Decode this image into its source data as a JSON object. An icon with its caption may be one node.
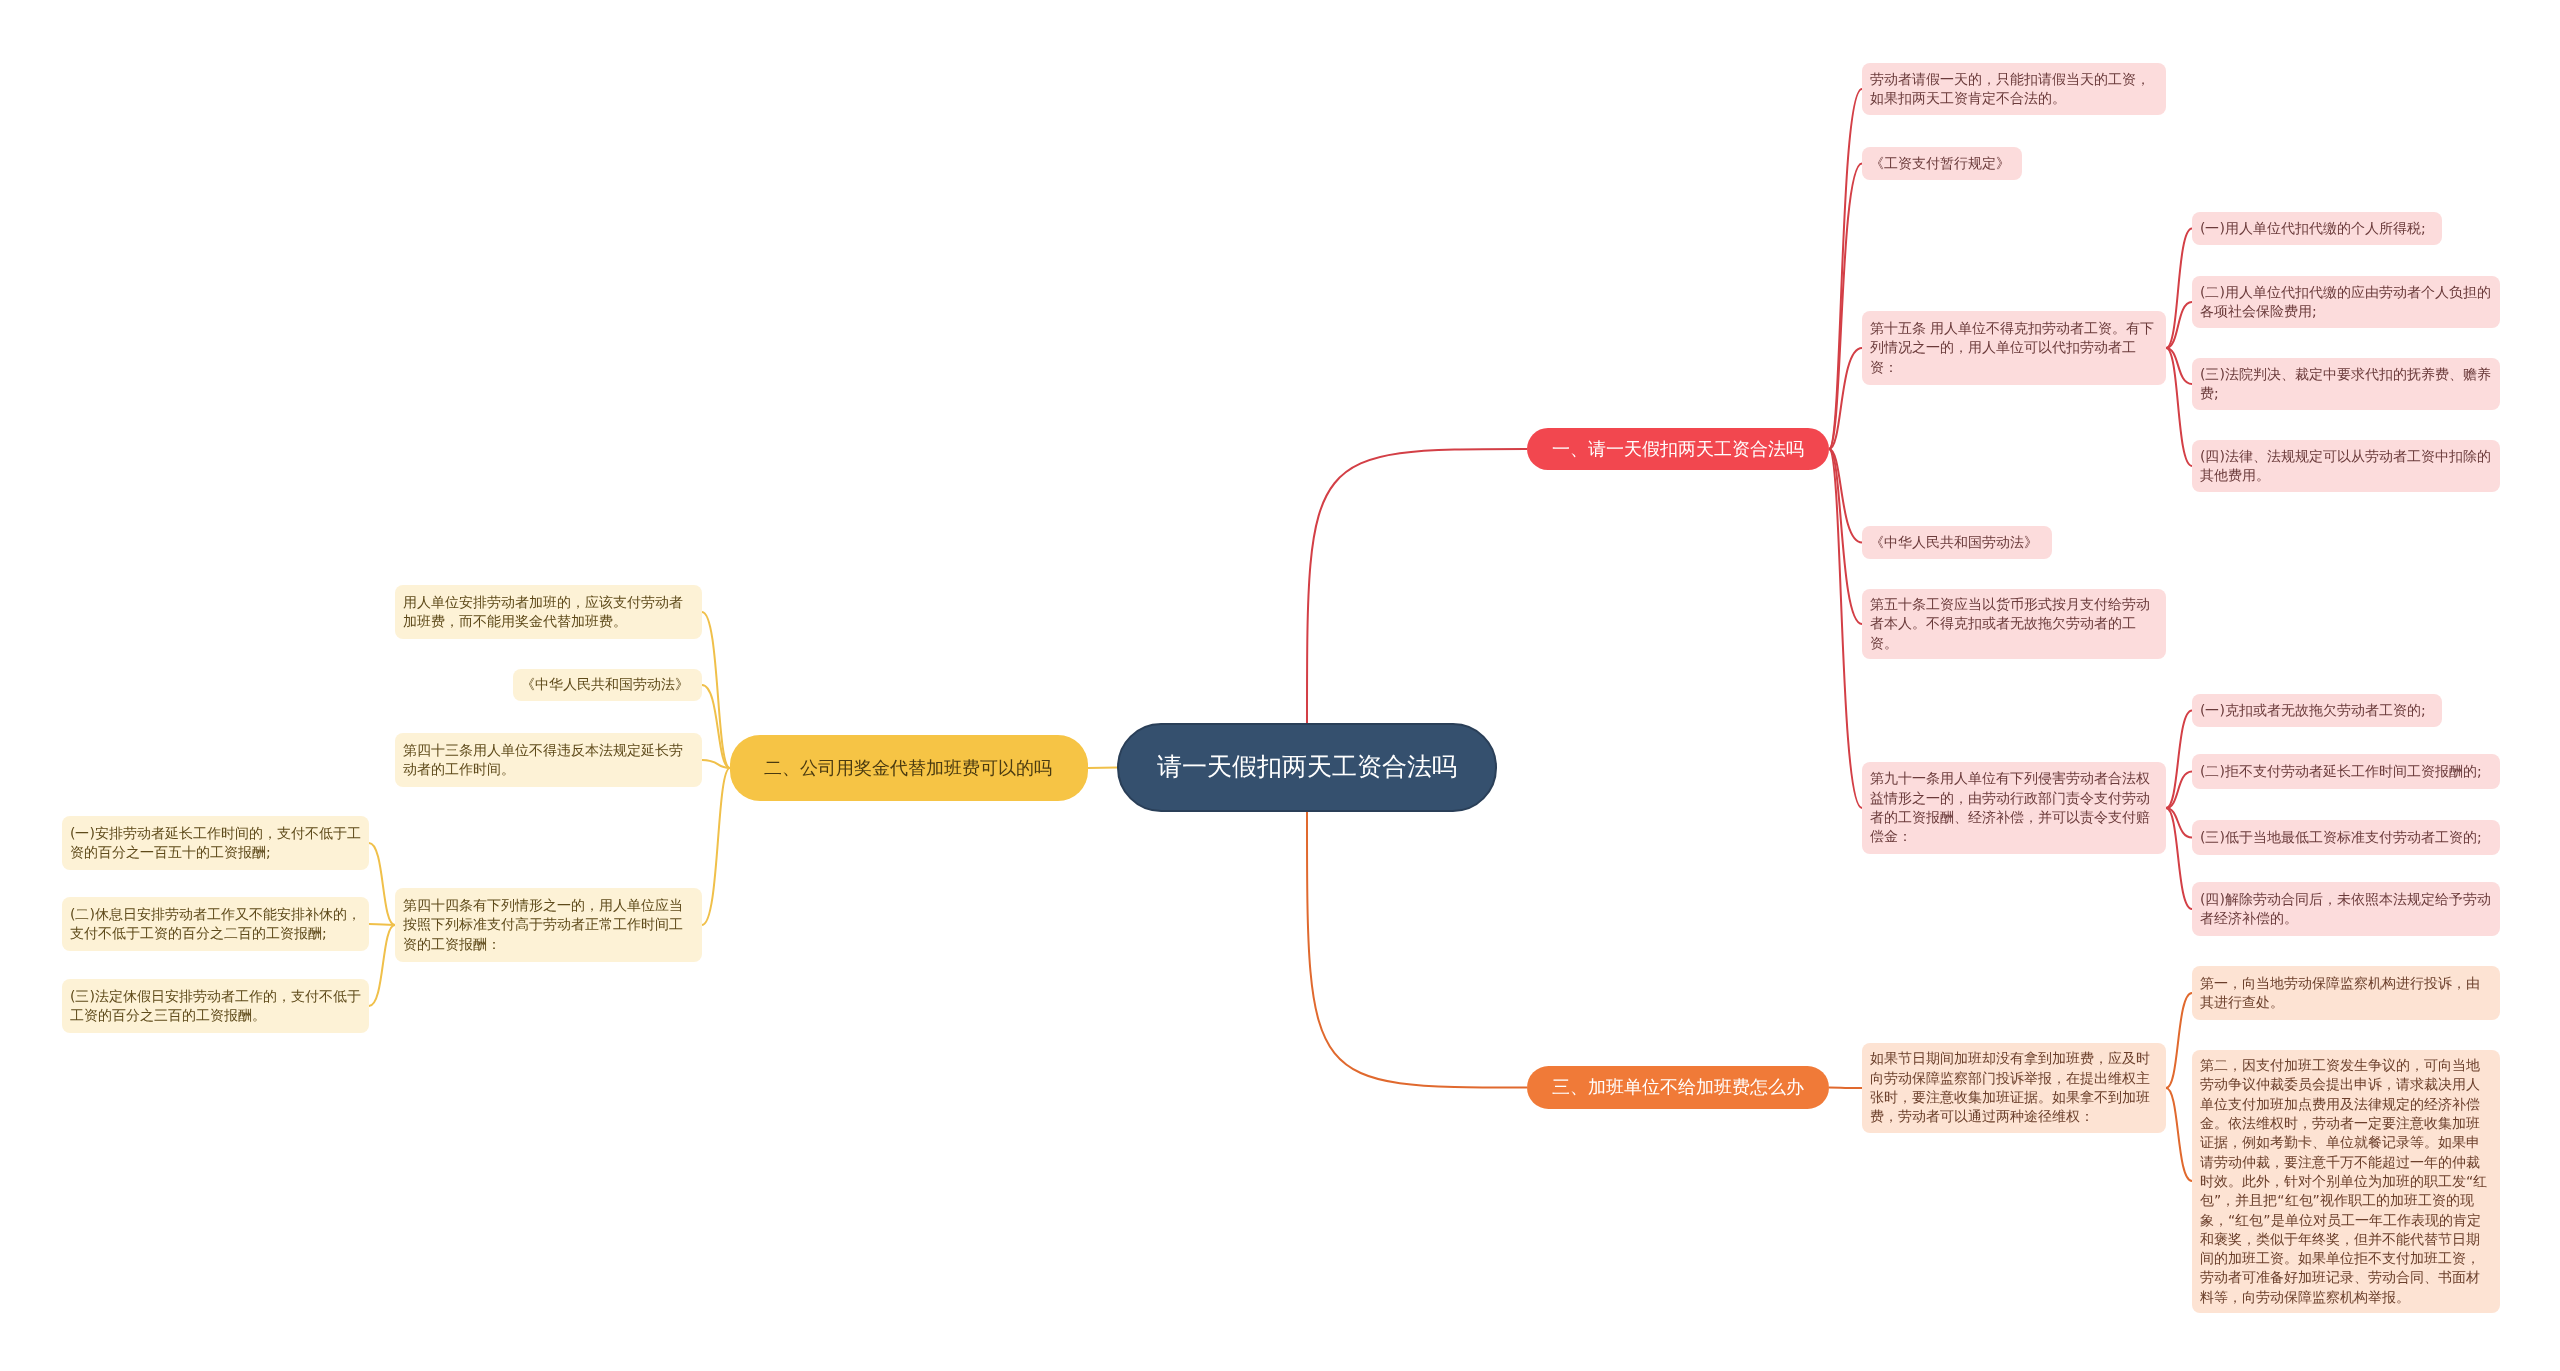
{
  "diagram": {
    "nodes": [
      {
        "text": [
          "请一天假扣两天工资合法吗"
        ]
      },
      {
        "text": [
          "一、请一天假扣两天工资合法吗"
        ]
      },
      {
        "text": [
          "劳动者请假一天的，只能扣请假当天的工资，如果扣两天工资肯定不合法的。"
        ]
      },
      {
        "text": [
          "《工资支付暂行规定》"
        ]
      },
      {
        "text": [
          "第十五条 用人单位不得克扣劳动者工资。有下列情况之一的，用人单位可以代扣劳动者工资："
        ]
      },
      {
        "text": [
          "(一)用人单位代扣代缴的个人所得税;"
        ]
      },
      {
        "text": [
          "(二)用人单位代扣代缴的应由劳动者个人负担的各项社会保险费用;"
        ]
      },
      {
        "text": [
          "(三)法院判决、裁定中要求代扣的抚养费、赡养费;"
        ]
      },
      {
        "text": [
          "(四)法律、法规规定可以从劳动者工资中扣除的其他费用。"
        ]
      },
      {
        "text": [
          "《中华人民共和国劳动法》"
        ]
      },
      {
        "text": [
          "第五十条工资应当以货币形式按月支付给劳动者本人。不得克扣或者无故拖欠劳动者的工资。"
        ]
      },
      {
        "text": [
          "第九十一条用人单位有下列侵害劳动者合法权益情形之一的，由劳动行政部门责令支付劳动者的工资报酬、经济补偿，并可以责令支付赔偿金："
        ]
      },
      {
        "text": [
          "(一)克扣或者无故拖欠劳动者工资的;"
        ]
      },
      {
        "text": [
          "(二)拒不支付劳动者延长工作时间工资报酬的;"
        ]
      },
      {
        "text": [
          "(三)低于当地最低工资标准支付劳动者工资的;"
        ]
      },
      {
        "text": [
          "(四)解除劳动合同后，未依照本法规定给予劳动者经济补偿的。"
        ]
      },
      {
        "text": [
          "三、加班单位不给加班费怎么办"
        ]
      },
      {
        "text": [
          "如果节日期间加班却没有拿到加班费，应及时向劳动保障监察部门投诉举报，在提出维权主张时，要注意收集加班证据。如果拿不到加班费，劳动者可以通过两种途径维权："
        ]
      },
      {
        "text": [
          "第一，向当地劳动保障监察机构进行投诉，由其进行查处。"
        ]
      },
      {
        "text": [
          "第二，因支付加班工资发生争议的，可向当地劳动争议仲裁委员会提出申诉，请求裁决用人单位支付加班加点费用及法律规定的经济补偿金。依法维权时，劳动者一定要注意收集加班证据，例如考勤卡、单位就餐记录等。如果申请劳动仲裁，要注意千万不能超过一年的仲裁时效。此外，针对个别单位为加班的职工发“红包”，并且把“红包”视作职工的加班工资的现象，“红包”是单位对员工一年工作表现的肯定和褒奖，类似于年终奖，但并不能代替节日期间的加班工资。如果单位拒不支付加班工资，劳动者可准备好加班记录、劳动合同、书面材料等，向劳动保障监察机构举报。"
        ]
      },
      {
        "text": [
          "二、公司用奖金代替加班费可以的吗"
        ]
      },
      {
        "text": [
          "用人单位安排劳动者加班的，应该支付劳动者加班费，而不能用奖金代替加班费。"
        ]
      },
      {
        "text": [
          "《中华人民共和国劳动法》"
        ]
      },
      {
        "text": [
          "第四十三条用人单位不得违反本法规定延长劳动者的工作时间。"
        ]
      },
      {
        "text": [
          "第四十四条有下列情形之一的，用人单位应当按照下列标准支付高于劳动者正常工作时间工资的工资报酬："
        ]
      },
      {
        "text": [
          "(一)安排劳动者延长工作时间的，支付不低于工资的百分之一百五十的工资报酬;"
        ]
      },
      {
        "text": [
          "(二)休息日安排劳动者工作又不能安排补休的，支付不低于工资的百分之二百的工资报酬;"
        ]
      },
      {
        "text": [
          "(三)法定休假日安排劳动者工作的，支付不低于工资的百分之三百的工资报酬。"
        ]
      }
    ],
    "edges": [
      {
        "from": 0,
        "to": 1,
        "arrow": "none"
      },
      {
        "from": 1,
        "to": 2,
        "arrow": "none"
      },
      {
        "from": 1,
        "to": 3,
        "arrow": "none"
      },
      {
        "from": 1,
        "to": 4,
        "arrow": "none"
      },
      {
        "from": 4,
        "to": 5,
        "arrow": "none"
      },
      {
        "from": 4,
        "to": 6,
        "arrow": "none"
      },
      {
        "from": 4,
        "to": 7,
        "arrow": "none"
      },
      {
        "from": 4,
        "to": 8,
        "arrow": "none"
      },
      {
        "from": 1,
        "to": 9,
        "arrow": "none"
      },
      {
        "from": 1,
        "to": 10,
        "arrow": "none"
      },
      {
        "from": 1,
        "to": 11,
        "arrow": "none"
      },
      {
        "from": 11,
        "to": 12,
        "arrow": "none"
      },
      {
        "from": 11,
        "to": 13,
        "arrow": "none"
      },
      {
        "from": 11,
        "to": 14,
        "arrow": "none"
      },
      {
        "from": 11,
        "to": 15,
        "arrow": "none"
      },
      {
        "from": 0,
        "to": 16,
        "arrow": "none",
        "color": "#e0692e"
      },
      {
        "from": 16,
        "to": 17,
        "arrow": "none",
        "color": "#e0692e"
      },
      {
        "from": 17,
        "to": 18,
        "arrow": "none",
        "color": "#e0692e"
      },
      {
        "from": 17,
        "to": 19,
        "arrow": "none",
        "color": "#e0692e"
      },
      {
        "from": 0,
        "to": 20,
        "arrow": "none",
        "color": "#f0c04a"
      },
      {
        "from": 20,
        "to": 21,
        "arrow": "none",
        "color": "#f0c04a"
      },
      {
        "from": 20,
        "to": 22,
        "arrow": "none",
        "color": "#f0c04a"
      },
      {
        "from": 20,
        "to": 23,
        "arrow": "none",
        "color": "#f0c04a"
      },
      {
        "from": 20,
        "to": 24,
        "arrow": "none",
        "color": "#f0c04a"
      },
      {
        "from": 24,
        "to": 25,
        "arrow": "none",
        "color": "#f0c04a"
      },
      {
        "from": 24,
        "to": 26,
        "arrow": "none",
        "color": "#f0c04a"
      },
      {
        "from": 24,
        "to": 27,
        "arrow": "none",
        "color": "#f0c04a"
      }
    ]
  }
}
